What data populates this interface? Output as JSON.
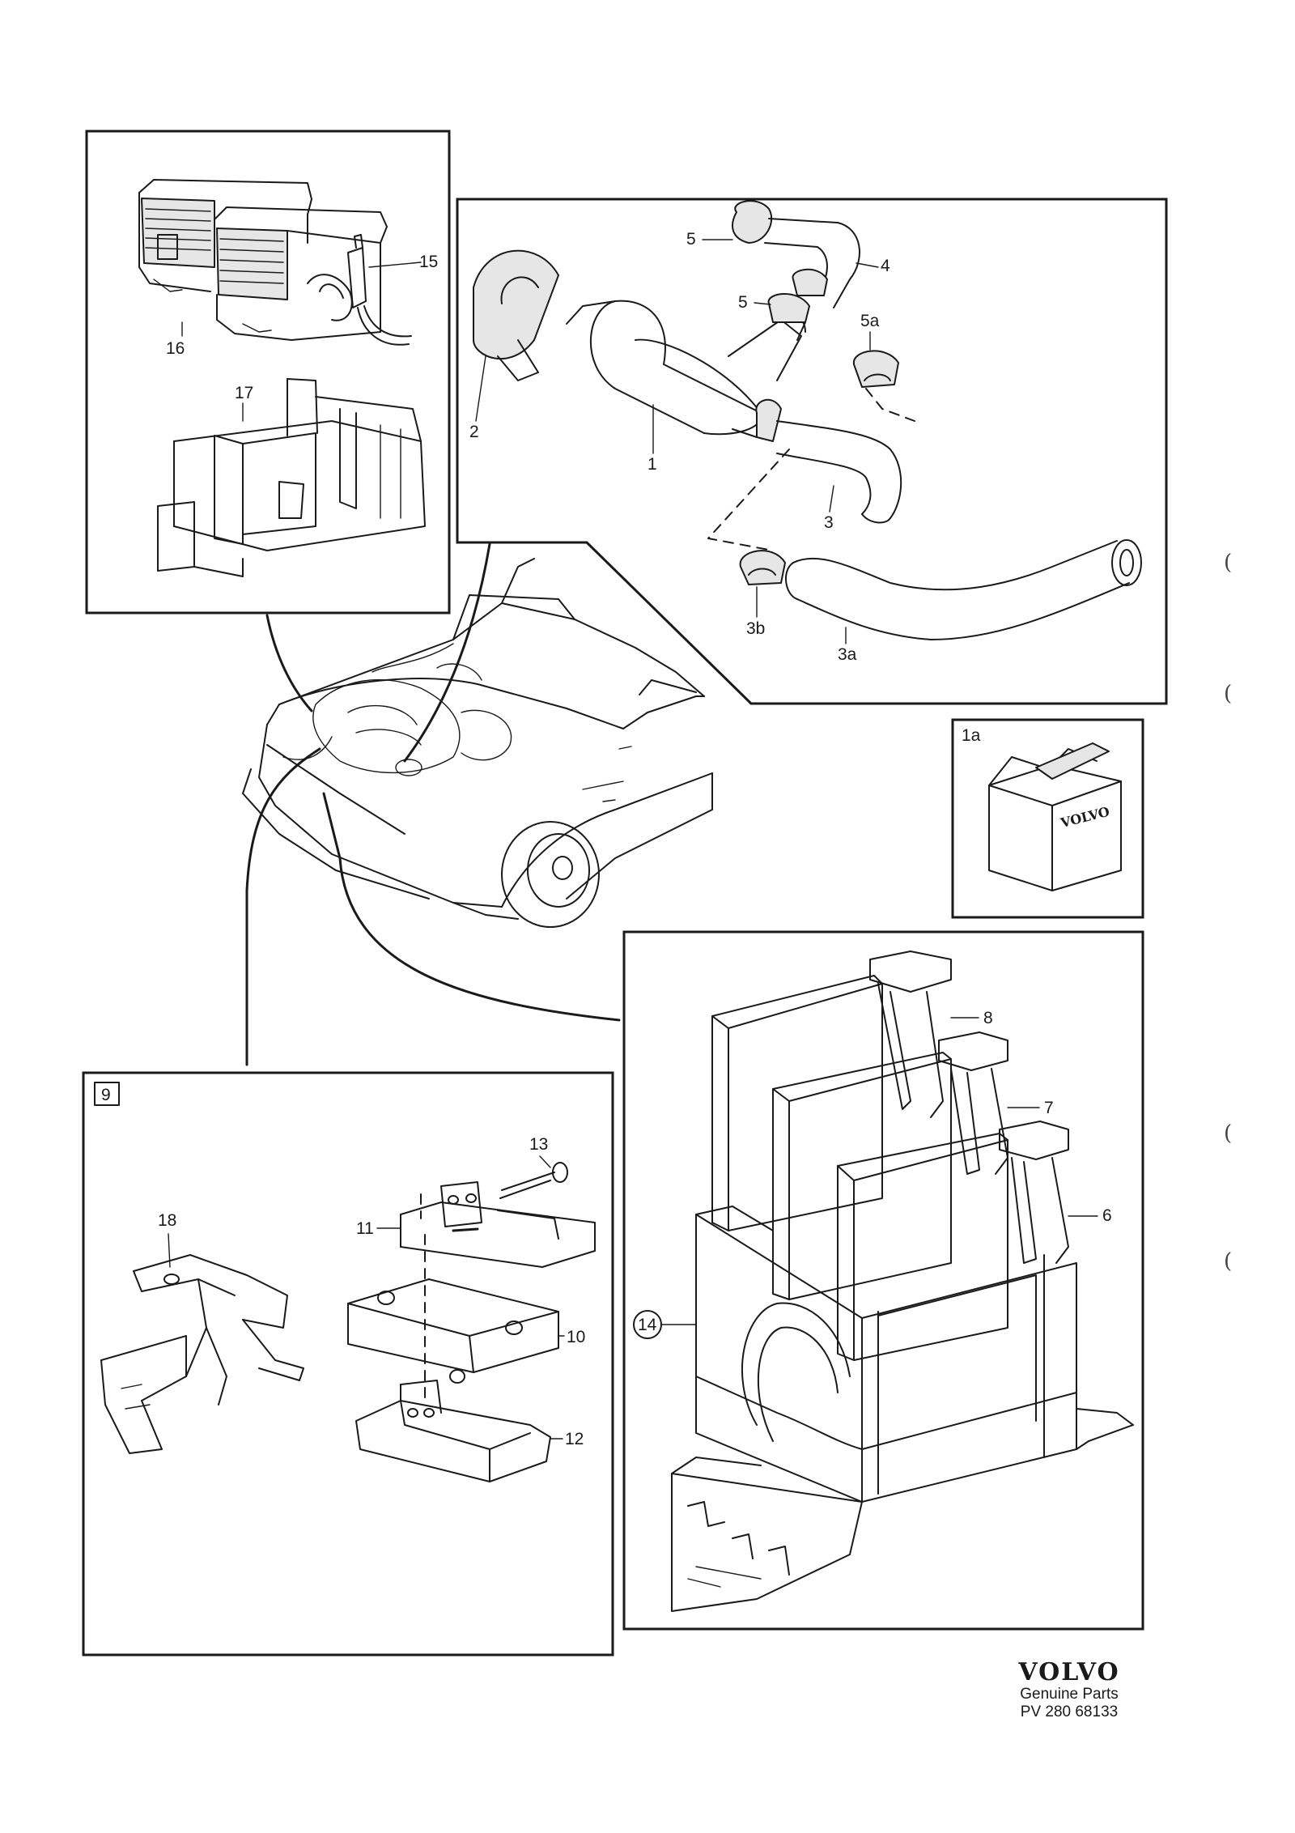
{
  "callouts": {
    "c1": "1",
    "c1a": "1a",
    "c2": "2",
    "c3": "3",
    "c3a": "3a",
    "c3b": "3b",
    "c4": "4",
    "c5_top": "5",
    "c5_mid": "5",
    "c5a": "5a",
    "c6": "6",
    "c7": "7",
    "c8": "8",
    "c9": "9",
    "c10": "10",
    "c11": "11",
    "c12": "12",
    "c13": "13",
    "c14": "14",
    "c15": "15",
    "c16": "16",
    "c17": "17",
    "c18": "18"
  },
  "box_text": "VOLVO",
  "footer": {
    "brand": "VOLVO",
    "line1": "Genuine Parts",
    "line2": "PV 280 68133"
  },
  "margin_marks": [
    "(",
    "(",
    "(",
    "("
  ]
}
